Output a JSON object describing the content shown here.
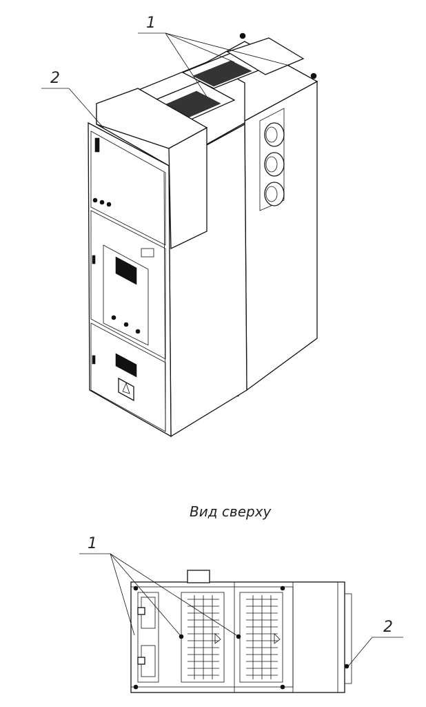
{
  "view_caption": "Вид сверху",
  "callouts": {
    "top_1": "1",
    "top_2": "2",
    "bottom_1": "1",
    "bottom_2": "2"
  }
}
